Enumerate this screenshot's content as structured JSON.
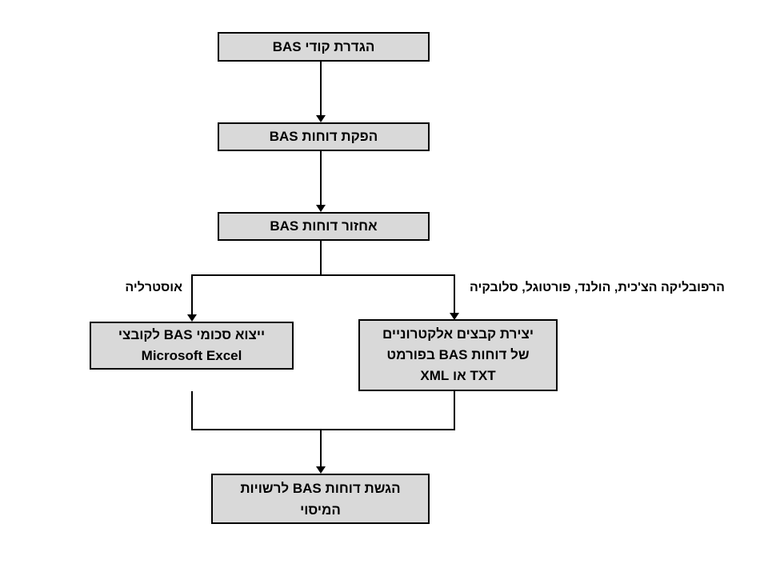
{
  "diagram": {
    "title_implicit": "BAS reports process flowchart",
    "colors": {
      "background": "#ffffff",
      "box_fill": "#d9d9d9",
      "box_border": "#000000",
      "connector": "#000000",
      "text": "#000000"
    },
    "nodes": [
      {
        "id": "define-bas-codes",
        "lines": [
          "הגדרת קודי BAS"
        ]
      },
      {
        "id": "produce-bas-reports",
        "lines": [
          "הפקת דוחות BAS"
        ]
      },
      {
        "id": "retrieve-bas-reports",
        "lines": [
          "אחזור דוחות BAS"
        ]
      },
      {
        "id": "export-bas-to-excel",
        "lines": [
          "ייצוא סכומי BAS לקובצי",
          "Microsoft Excel"
        ]
      },
      {
        "id": "create-electronic-files",
        "lines": [
          "יצירת קבצים אלקטרוניים",
          "של דוחות BAS בפורמט",
          "TXT או XML"
        ]
      },
      {
        "id": "submit-bas-reports",
        "lines": [
          "הגשת דוחות BAS לרשויות",
          "המיסוי"
        ]
      }
    ],
    "branch_labels": {
      "australia": "אוסטרליה",
      "countries": "הרפובליקה הצ'כית, הולנד, פורטוגל, סלובקיה"
    },
    "edges": [
      {
        "from": "define-bas-codes",
        "to": "produce-bas-reports",
        "label": ""
      },
      {
        "from": "produce-bas-reports",
        "to": "retrieve-bas-reports",
        "label": ""
      },
      {
        "from": "retrieve-bas-reports",
        "to": "export-bas-to-excel",
        "label": "אוסטרליה"
      },
      {
        "from": "retrieve-bas-reports",
        "to": "create-electronic-files",
        "label": "הרפובליקה הצ'כית, הולנד, פורטוגל, סלובקיה"
      },
      {
        "from": "export-bas-to-excel",
        "to": "submit-bas-reports",
        "label": ""
      },
      {
        "from": "create-electronic-files",
        "to": "submit-bas-reports",
        "label": ""
      }
    ]
  }
}
